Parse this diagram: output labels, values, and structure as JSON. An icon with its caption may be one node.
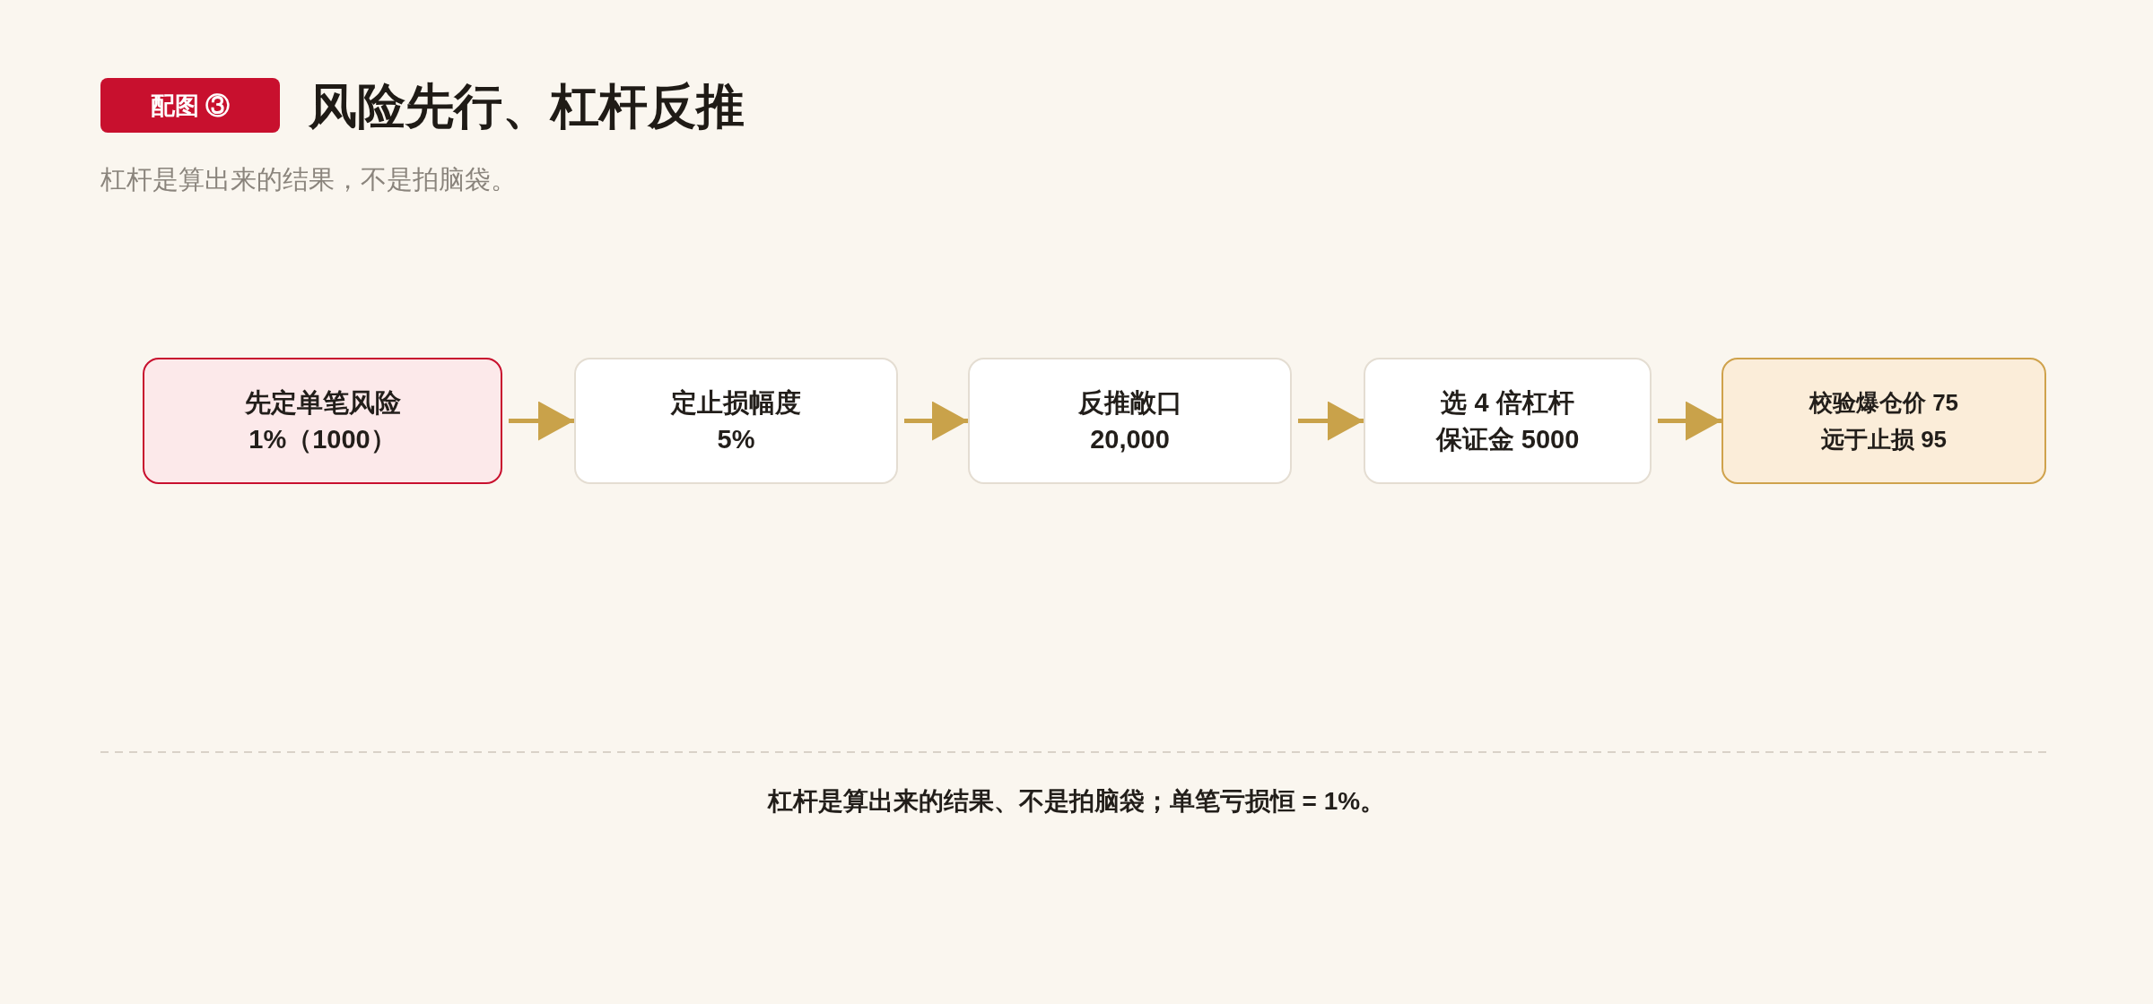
{
  "diagram": {
    "title": "风险先行、杠杆反推",
    "nodes": [
      {
        "text": [
          "配图 ③"
        ]
      },
      {
        "text": [
          "先定单笔风险",
          "1%（1000）"
        ]
      },
      {
        "text": [
          "定止损幅度",
          "5%"
        ]
      },
      {
        "text": [
          "反推敞口",
          "20,000"
        ]
      },
      {
        "text": [
          "选 4 倍杠杆",
          "保证金 5000"
        ]
      },
      {
        "text": [
          "校验爆仓价 75",
          "远于止损 95"
        ]
      }
    ],
    "edges": [
      {
        "from": 1,
        "to": 2,
        "arrow": "to"
      },
      {
        "from": 2,
        "to": 3,
        "arrow": "to"
      },
      {
        "from": 3,
        "to": 4,
        "arrow": "to"
      },
      {
        "from": 4,
        "to": 5,
        "arrow": "to"
      }
    ],
    "labels": [
      "杠杆是算出来的结果，不是拍脑袋。",
      "杠杆是算出来的结果、不是拍脑袋；单笔亏损恒 = 1%。"
    ]
  }
}
